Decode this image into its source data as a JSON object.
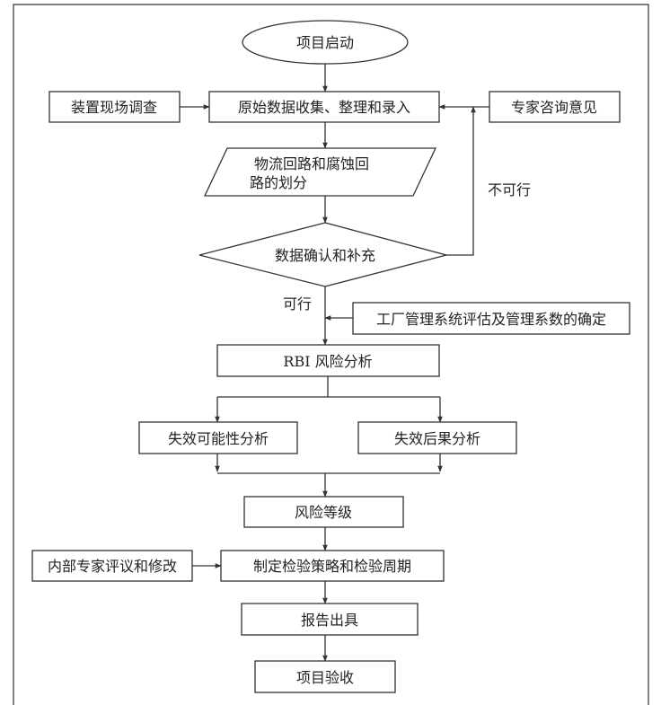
{
  "nodes": {
    "start": "项目启动",
    "survey": "装置现场调查",
    "collect": "原始数据收集、整理和录入",
    "expert": "专家咨询意见",
    "loop_line1": "物流回路和腐蚀回",
    "loop_line2": "路的划分",
    "confirm": "数据确认和补充",
    "mgmt": "工厂管理系统评估及管理系数的确定",
    "rbi": "RBI 风险分析",
    "likelihood": "失效可能性分析",
    "consequence": "失效后果分析",
    "risk_level": "风险等级",
    "internal": "内部专家评议和修改",
    "strategy": "制定检验策略和检验周期",
    "report": "报告出具",
    "accept": "项目验收"
  },
  "labels": {
    "not_feasible": "不可行",
    "feasible": "可行"
  },
  "colors": {
    "stroke": "#333333",
    "fill": "#ffffff",
    "text": "#222222"
  }
}
